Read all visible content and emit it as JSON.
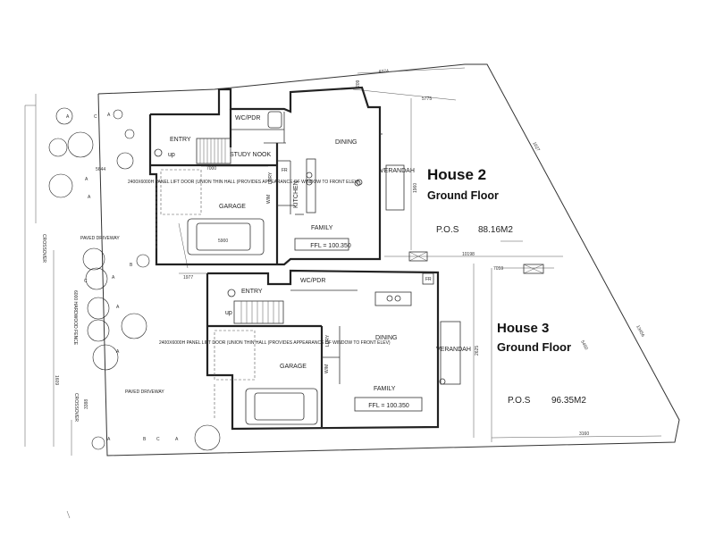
{
  "house2": {
    "title": "House 2",
    "subtitle": "Ground Floor",
    "pos_label": "P.O.S",
    "pos_value": "88.16M2",
    "ffl": "FFL = 100.350",
    "rooms": {
      "wc": "WC/PDR",
      "entry": "ENTRY",
      "study": "STUDY NOOK",
      "up": "up",
      "dining": "DINING",
      "kitchen": "KITCHEN",
      "verandah": "VERANDAH",
      "garage": "GARAGE",
      "family": "FAMILY",
      "ldry": "LDRY",
      "fr": "FR",
      "wm": "W/M"
    },
    "door_note": "2400X6000H PANEL LIFT DOOR (UNION THIN HALL (PROVIDES APPEARANCE OF WINDOW TO FRONT ELEV)"
  },
  "house3": {
    "title": "House 3",
    "subtitle": "Ground Floor",
    "pos_label": "P.O.S",
    "pos_value": "96.35M2",
    "ffl": "FFL = 100.350",
    "rooms": {
      "wc": "WC/PDR",
      "entry": "ENTRY",
      "up": "up",
      "dining": "DINING",
      "verandah": "VERANDAH",
      "garage": "GARAGE",
      "family": "FAMILY",
      "ldry": "LDRY",
      "fr": "FR",
      "wm": "W/M"
    },
    "door_note": "2400X6000H PANEL LIFT DOOR (UNION THIN HALL (PROVIDES APPEARANCE OF WINDOW TO FRONT ELEV)"
  },
  "site": {
    "driveway_1": "PAVED DRIVEWAY",
    "driveway_2": "PAVED DRIVEWAY",
    "crossover_1": "CROSSOVER",
    "crossover_2": "CROSSOVER",
    "fence": "6000 HARDWOOD FENCE"
  },
  "dimensions": {
    "d1": "8374",
    "d2": "209",
    "d3": "5775",
    "d4": "7000",
    "d5": "5644",
    "d6": "10198",
    "d7": "7059",
    "d8": "1977",
    "d9": "3160",
    "d10": "1960",
    "d11": "2625",
    "d12": "3388",
    "d13": "1609",
    "d14": "1027",
    "d15": "13456",
    "d16": "5900",
    "d17": "5450"
  },
  "tree_labels": {
    "a": "A",
    "b": "B",
    "c": "C"
  }
}
